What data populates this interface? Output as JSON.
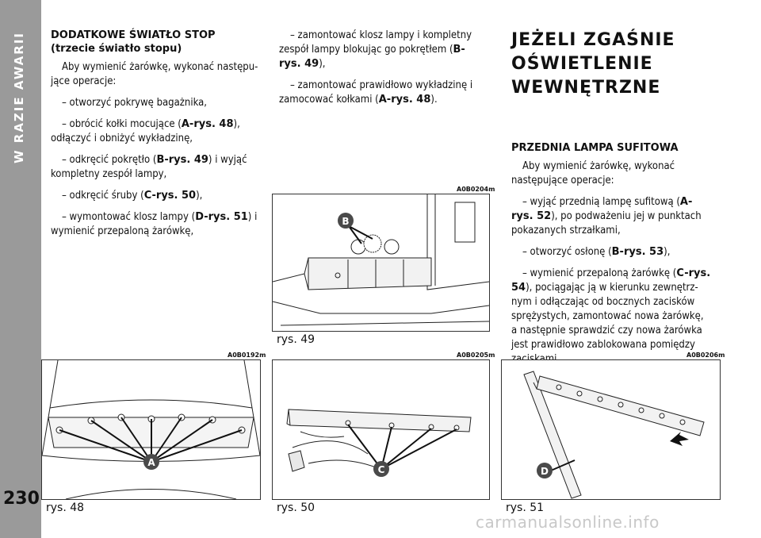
{
  "sidebar": {
    "section_title": "W RAZIE AWARII",
    "page_number": "230"
  },
  "col1": {
    "heading_line1": "DODATKOWE ŚWIATŁO STOP",
    "heading_line2": "(trzecie światło stopu)",
    "p1": "Aby wymienić żarówkę, wykonać następu­jące operacje:",
    "p2": "– otworzyć pokrywę bagażnika,",
    "p3a": "– obrócić kołki mocujące (",
    "p3ref": "A-rys. 48",
    "p3b": "), odłączyć i obniżyć wykładzinę,",
    "p4a": "– odkręcić pokrętło (",
    "p4ref": "B-rys. 49",
    "p4b": ") i wyjąć kompletny zespół lampy,",
    "p5a": "– odkręcić śruby (",
    "p5ref": "C-rys. 50",
    "p5b": "),",
    "p6a": "– wymontować klosz lampy (",
    "p6ref": "D-rys. 51",
    "p6b": ") i wymienić przepaloną żarówkę,"
  },
  "col2": {
    "p1a": "– zamontować klosz lampy i kompletny ze­spół lampy blokując go pokrętłem (",
    "p1ref": "B-rys. 49",
    "p1b": "),",
    "p2a": "– zamontować prawidłowo wykładzinę i zamocować kołkami (",
    "p2ref": "A-rys. 48",
    "p2b": ")."
  },
  "col3": {
    "heading_line1": "JEŻELI ZGAŚNIE",
    "heading_line2": "OŚWIETLENIE",
    "heading_line3": "WEWNĘTRZNE",
    "subheading": "PRZEDNIA LAMPA SUFITOWA",
    "p1": "Aby wymienić żarówkę, wykonać następu­jące operacje:",
    "p2a": "– wyjąć przednią lampę sufitową (",
    "p2ref": "A-rys. 52",
    "p2b": "), po podważeniu jej w punktach po­kazanych strzałkami,",
    "p3a": "– otworzyć osłonę (",
    "p3ref": "B-rys. 53",
    "p3b": "),",
    "p4a": "– wymienić przepaloną żarówkę (",
    "p4ref": "C-rys. 54",
    "p4b": "), pociągając ją w kierunku zewnętrz­nym i odłączając od bocznych zacisków sprę­żystych, zamontować nowa żarówkę, a następ­nie sprawdzić czy nowa żarówka jest prawidło­wo zablokowana pomiędzy zaciskami."
  },
  "figures": {
    "fig49": {
      "code": "A0B0204m",
      "caption": "rys. 49",
      "marker": "B"
    },
    "fig48": {
      "code": "A0B0192m",
      "caption": "rys. 48",
      "marker": "A"
    },
    "fig50": {
      "code": "A0B0205m",
      "caption": "rys. 50",
      "marker": "C"
    },
    "fig51": {
      "code": "A0B0206m",
      "caption": "rys. 51",
      "marker": "D"
    }
  },
  "watermark": "carmanualsonline.info"
}
